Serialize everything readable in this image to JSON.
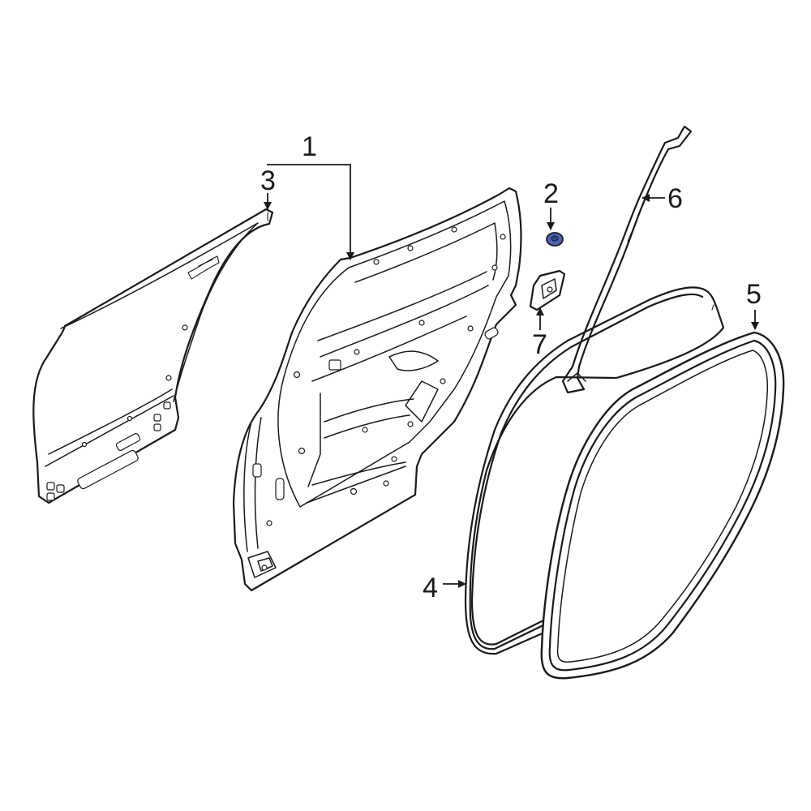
{
  "callouts": {
    "c1": "1",
    "c2": "2",
    "c3": "3",
    "c4": "4",
    "c5": "5",
    "c6": "6",
    "c7": "7"
  },
  "colors": {
    "line": "#1a1a1a",
    "highlight_part": "#4a63b8",
    "background": "#ffffff"
  }
}
